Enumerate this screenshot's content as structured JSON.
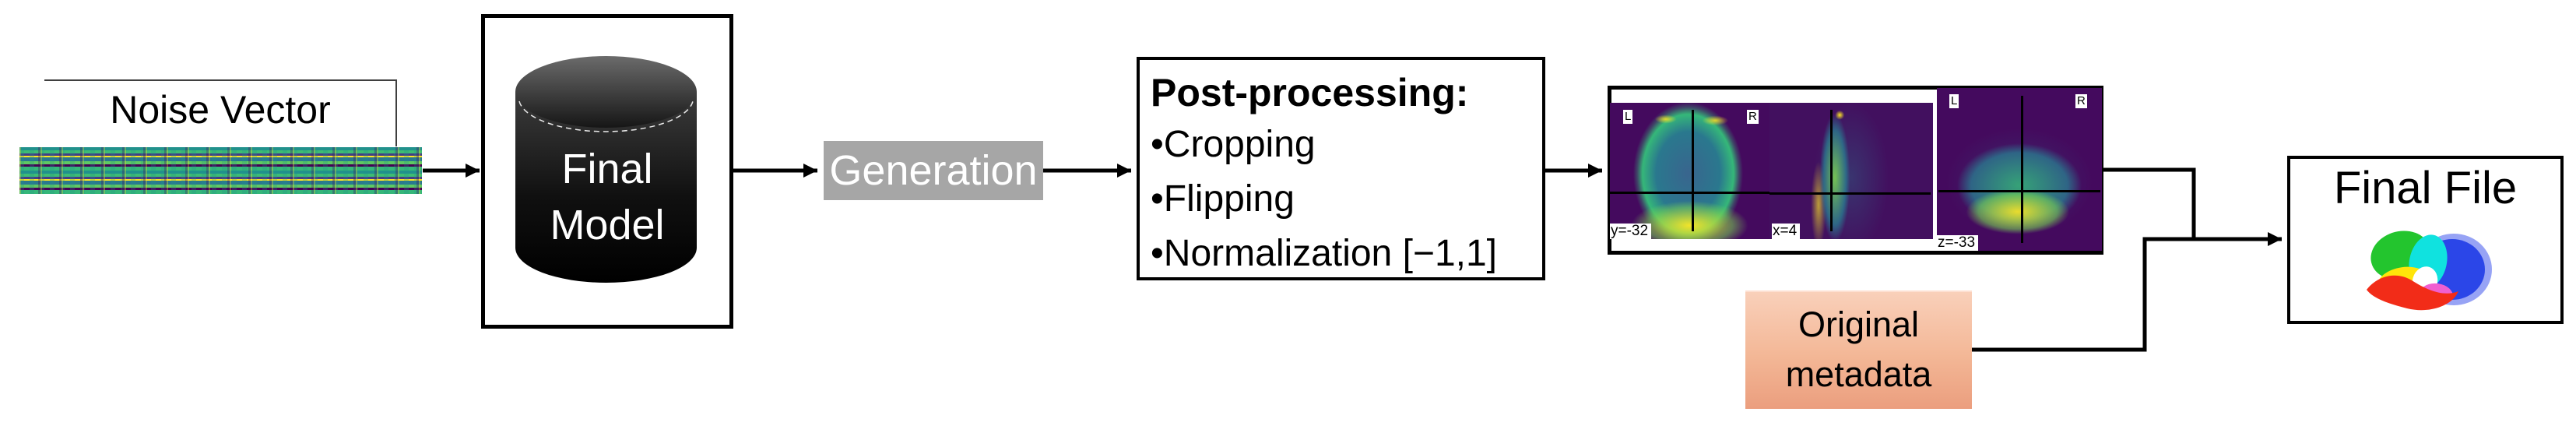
{
  "diagram": {
    "noise": {
      "label": "Noise Vector"
    },
    "final_model": {
      "line1": "Final",
      "line2": "Model"
    },
    "generation": {
      "label": "Generation"
    },
    "post_processing": {
      "title": "Post-processing:",
      "items": [
        "•Cropping",
        "•Flipping",
        "•Normalization [−1,1]"
      ]
    },
    "mri": {
      "panel1": {
        "left": "L",
        "right": "R",
        "coord": "y=-32"
      },
      "panel2": {
        "coord": "x=4"
      },
      "panel3": {
        "left": "L",
        "right": "R",
        "coord": "z=-33"
      }
    },
    "metadata": {
      "line1": "Original",
      "line2": "metadata"
    },
    "final_file": {
      "title": "Final File"
    }
  },
  "colors": {
    "arrow": "#000000",
    "generation_bg": "#a6a6a6",
    "generation_text": "#ffffff",
    "metadata_bg_top": "#f9d0ba",
    "metadata_bg_bottom": "#eb9e7e",
    "mri_colormap_bg": "#440a5e",
    "mri_colormap_mid": "#2a788e",
    "mri_colormap_bright": "#fde725",
    "cylinder_fill": "#000000",
    "cylinder_text": "#ffffff",
    "box_border": "#000000"
  }
}
